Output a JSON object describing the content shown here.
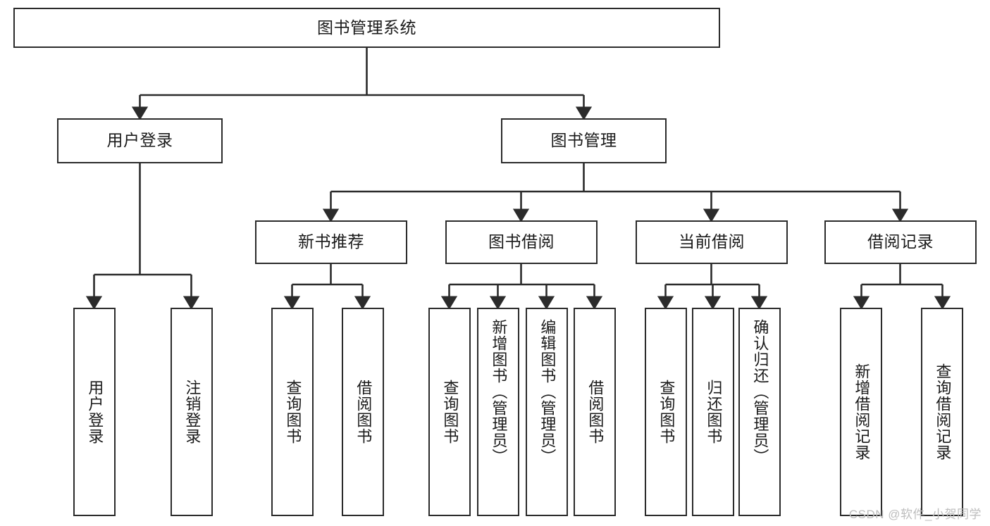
{
  "diagram": {
    "title": "图书管理系统",
    "type": "hierarchy-tree",
    "watermark": "CSDN @软件_小贺同学",
    "colors": {
      "stroke": "#2b2b2b",
      "fill": "#ffffff",
      "text": "#1a1a1a",
      "watermark": "#bdbdbd"
    },
    "levels": {
      "root": {
        "label": "图书管理系统"
      },
      "level2": [
        {
          "label": "用户登录"
        },
        {
          "label": "图书管理"
        }
      ],
      "level3": [
        {
          "label": "新书推荐"
        },
        {
          "label": "图书借阅"
        },
        {
          "label": "当前借阅"
        },
        {
          "label": "借阅记录"
        }
      ],
      "leaves": {
        "user_login": [
          {
            "label": "用户登录"
          },
          {
            "label": "注销登录"
          }
        ],
        "new_book_recommend": [
          {
            "label": "查询图书"
          },
          {
            "label": "借阅图书"
          }
        ],
        "book_borrow": [
          {
            "label": "查询图书"
          },
          {
            "label": "新增图书（管理员）"
          },
          {
            "label": "编辑图书（管理员）"
          },
          {
            "label": "借阅图书"
          }
        ],
        "current_borrow": [
          {
            "label": "查询图书"
          },
          {
            "label": "归还图书"
          },
          {
            "label": "确认归还（管理员）"
          }
        ],
        "borrow_record": [
          {
            "label": "新增借阅记录"
          },
          {
            "label": "查询借阅记录"
          }
        ]
      }
    }
  }
}
